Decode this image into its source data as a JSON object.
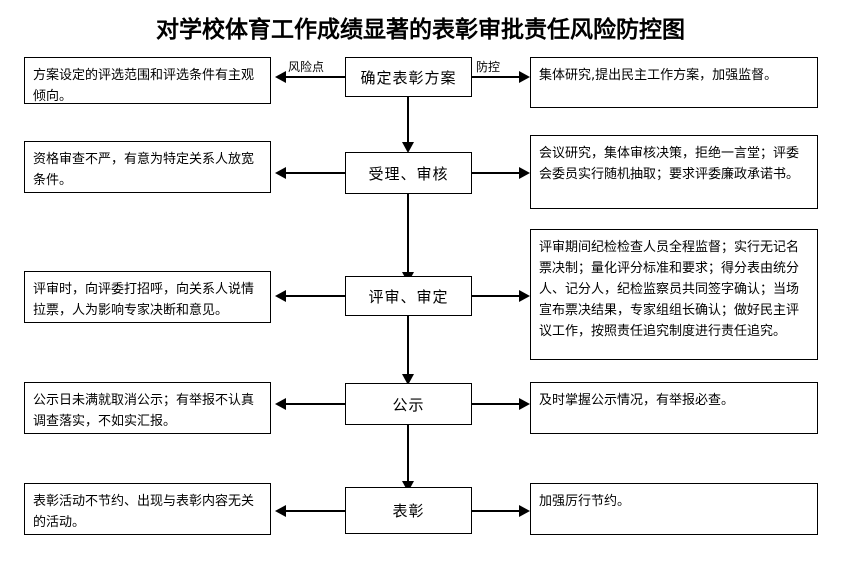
{
  "page": {
    "title": "对学校体育工作成绩显著的表彰审批责任风险防控图",
    "background_color": "#ffffff",
    "line_color": "#000000"
  },
  "edge_labels": {
    "risk": "风险点",
    "control": "防控"
  },
  "rows": [
    {
      "stage": "确定表彰方案",
      "risk": "方案设定的评选范围和评选条件有主观倾向。",
      "control": "集体研究,提出民主工作方案，加强监督。"
    },
    {
      "stage": "受理、审核",
      "risk": "资格审查不严，有意为特定关系人放宽条件。",
      "control": "会议研究，集体审核决策，拒绝一言堂；评委会委员实行随机抽取；要求评委廉政承诺书。"
    },
    {
      "stage": "评审、审定",
      "risk": "评审时，向评委打招呼，向关系人说情拉票，人为影响专家决断和意见。",
      "control": "评审期间纪检检查人员全程监督；实行无记名票决制；量化评分标准和要求；得分表由统分人、记分人，纪检监察员共同签字确认；当场宣布票决结果，专家组组长确认；做好民主评议工作，按照责任追究制度进行责任追究。"
    },
    {
      "stage": "公示",
      "risk": "公示日未满就取消公示；有举报不认真调查落实，不如实汇报。",
      "control": "及时掌握公示情况，有举报必查。"
    },
    {
      "stage": "表彰",
      "risk": "表彰活动不节约、出现与表彰内容无关的活动。",
      "control": "加强厉行节约。"
    }
  ]
}
